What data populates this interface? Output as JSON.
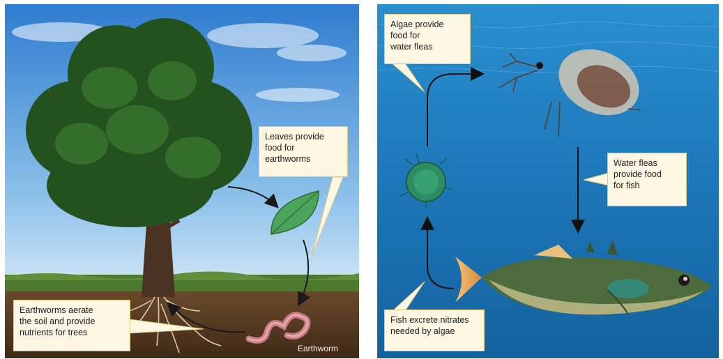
{
  "land_panel": {
    "callouts": {
      "leaves": "Leaves provide\nfood for\nearthworms",
      "earthworms": "Earthworms aerate\nthe soil and provide\nnutrients for trees"
    },
    "organism_label": "Earthworm"
  },
  "water_panel": {
    "callouts": {
      "algae": "Algae provide\nfood for\nwater fleas",
      "water_fleas": "Water fleas\nprovide food\nfor fish",
      "fish": "Fish excrete nitrates\nneeded by algae"
    }
  },
  "colors": {
    "callout_background": "#fdf6e3",
    "callout_border": "#e3c97a",
    "sky": "#4a93d8",
    "water": "#1f7fbf",
    "soil": "#5b3d24",
    "grass": "#4b7a2f"
  },
  "icons": [
    "tree-icon",
    "leaf-icon",
    "earthworm-icon",
    "water-flea-icon",
    "algae-icon",
    "fish-icon"
  ]
}
